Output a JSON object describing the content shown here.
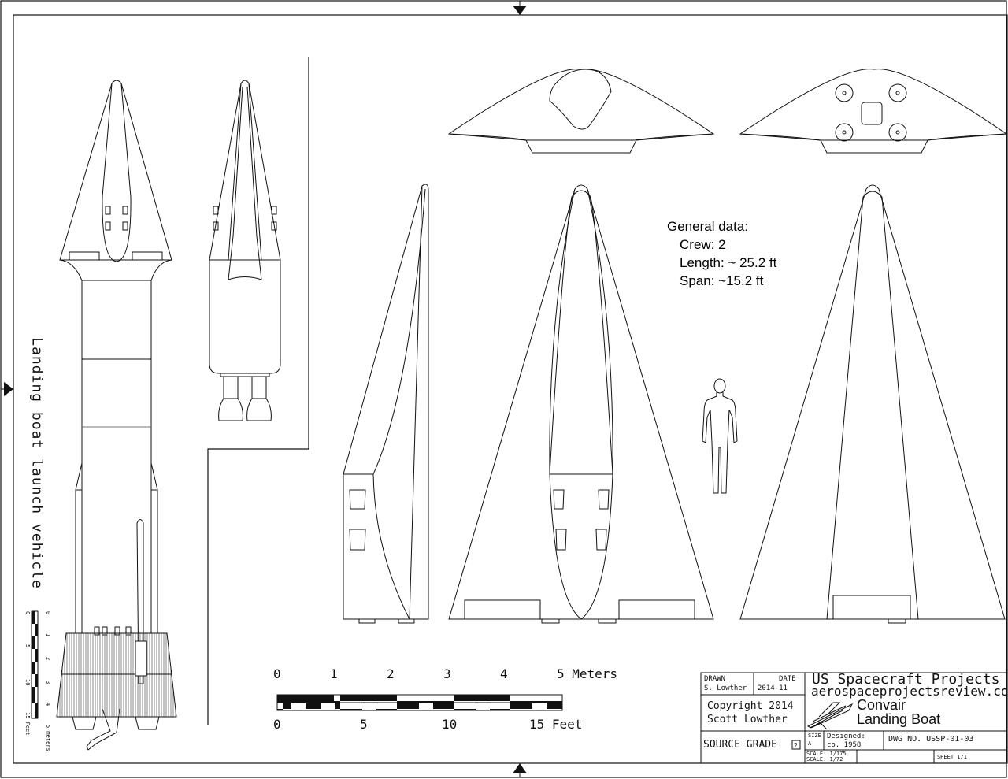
{
  "side_label": "Landing boat launch vehicle",
  "general": {
    "heading": "General data:",
    "crew": "Crew: 2",
    "length": "Length: ~ 25.2 ft",
    "span": "Span: ~15.2 ft"
  },
  "scale_bar": {
    "meters_ticks": [
      "0",
      "1",
      "2",
      "3",
      "4"
    ],
    "meters_last": "5 Meters",
    "feet_ticks": [
      "0",
      "5",
      "10"
    ],
    "feet_last": "15 Feet"
  },
  "small_scale": {
    "feet_ticks": [
      "0",
      "5",
      "10",
      "15 Feet"
    ],
    "meters_ticks": [
      "0",
      "1",
      "2",
      "3",
      "4",
      "5 Meters"
    ]
  },
  "title_block": {
    "drawn_label": "DRAWN",
    "drawn_value": "S. Lowther",
    "date_label": "DATE",
    "date_value": "2014-11",
    "project": "US Spacecraft Projects",
    "website": "aerospaceprojectsreview.com",
    "copyright_1": "Copyright 2014",
    "copyright_2": "Scott Lowther",
    "title_1": "Convair",
    "title_2": "Landing Boat",
    "source_grade": "SOURCE GRADE",
    "grade_icon": "grade-box-icon",
    "size_label": "SIZE",
    "size_value": "A",
    "designed_label": "Designed:",
    "designed_value": "co. 1958",
    "dwg_no": "DWG NO. USSP-01-03",
    "scale_1": "SCALE: 1/175",
    "scale_2": "SCALE: 1/72",
    "sheet": "SHEET 1/1"
  },
  "colors": {
    "ink": "#111111",
    "paper": "#ffffff",
    "hatch": "#888888"
  }
}
